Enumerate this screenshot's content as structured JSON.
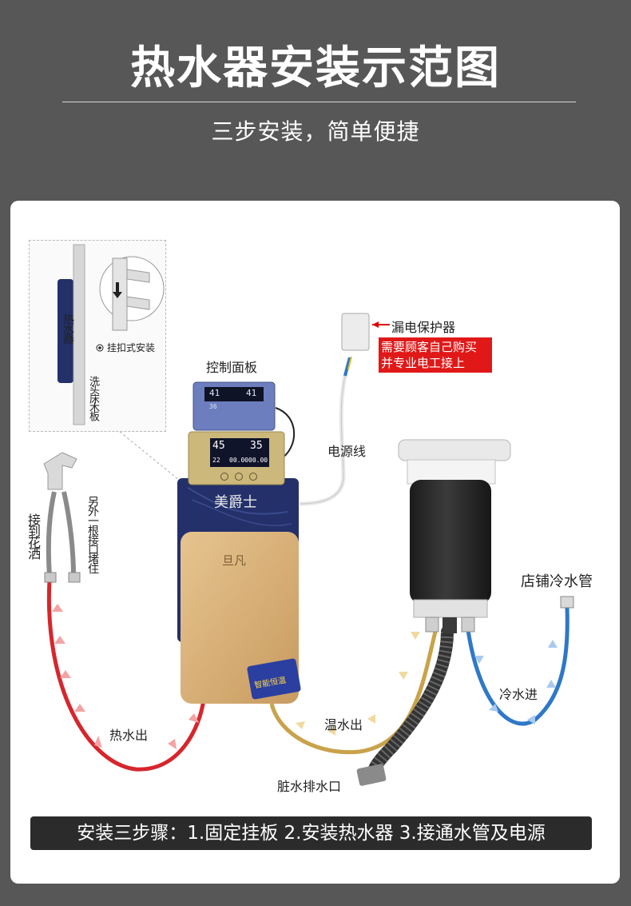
{
  "header": {
    "title": "热水器安装示范图",
    "subtitle": "三步安装，简单便捷"
  },
  "inset": {
    "heater_label": "热水器",
    "board_label": "洗头床木板",
    "mount_label": "挂扣式安装"
  },
  "diagram": {
    "control_panel_label": "控制面板",
    "leakage_protector_label": "漏电保护器",
    "leakage_note_line1": "需要顾客自己购买",
    "leakage_note_line2": "并专业电工接上",
    "power_cord_label": "电源线",
    "shop_cold_pipe_label": "店铺冷水管",
    "cold_in_label": "冷水进",
    "warm_out_label": "温水出",
    "hot_out_label": "热水出",
    "drain_label": "脏水排水口",
    "to_shower_label": "接到花洒",
    "plug_other_label": "另外一根接口堵住",
    "brand_main": "美爵士",
    "brand_panel": "旦凡",
    "panel_top_display": {
      "left": "41",
      "right": "41",
      "small": "36"
    },
    "panel_bottom_display": {
      "left": "45",
      "right": "35",
      "temp": "22",
      "time1": "00.00",
      "time2": "00.00"
    },
    "sticker_text": "智能恒温"
  },
  "footer": {
    "steps_text": "安装三步骤：1.固定挂板  2.安装热水器  3.接通水管及电源"
  },
  "colors": {
    "background": "#575757",
    "hot_pipe": "#d6262c",
    "warm_pipe": "#c9a24a",
    "cold_pipe": "#2f78c8",
    "heater_body": "#23306a",
    "heater_panel": "#d7b079",
    "warning_red": "#e01818"
  }
}
